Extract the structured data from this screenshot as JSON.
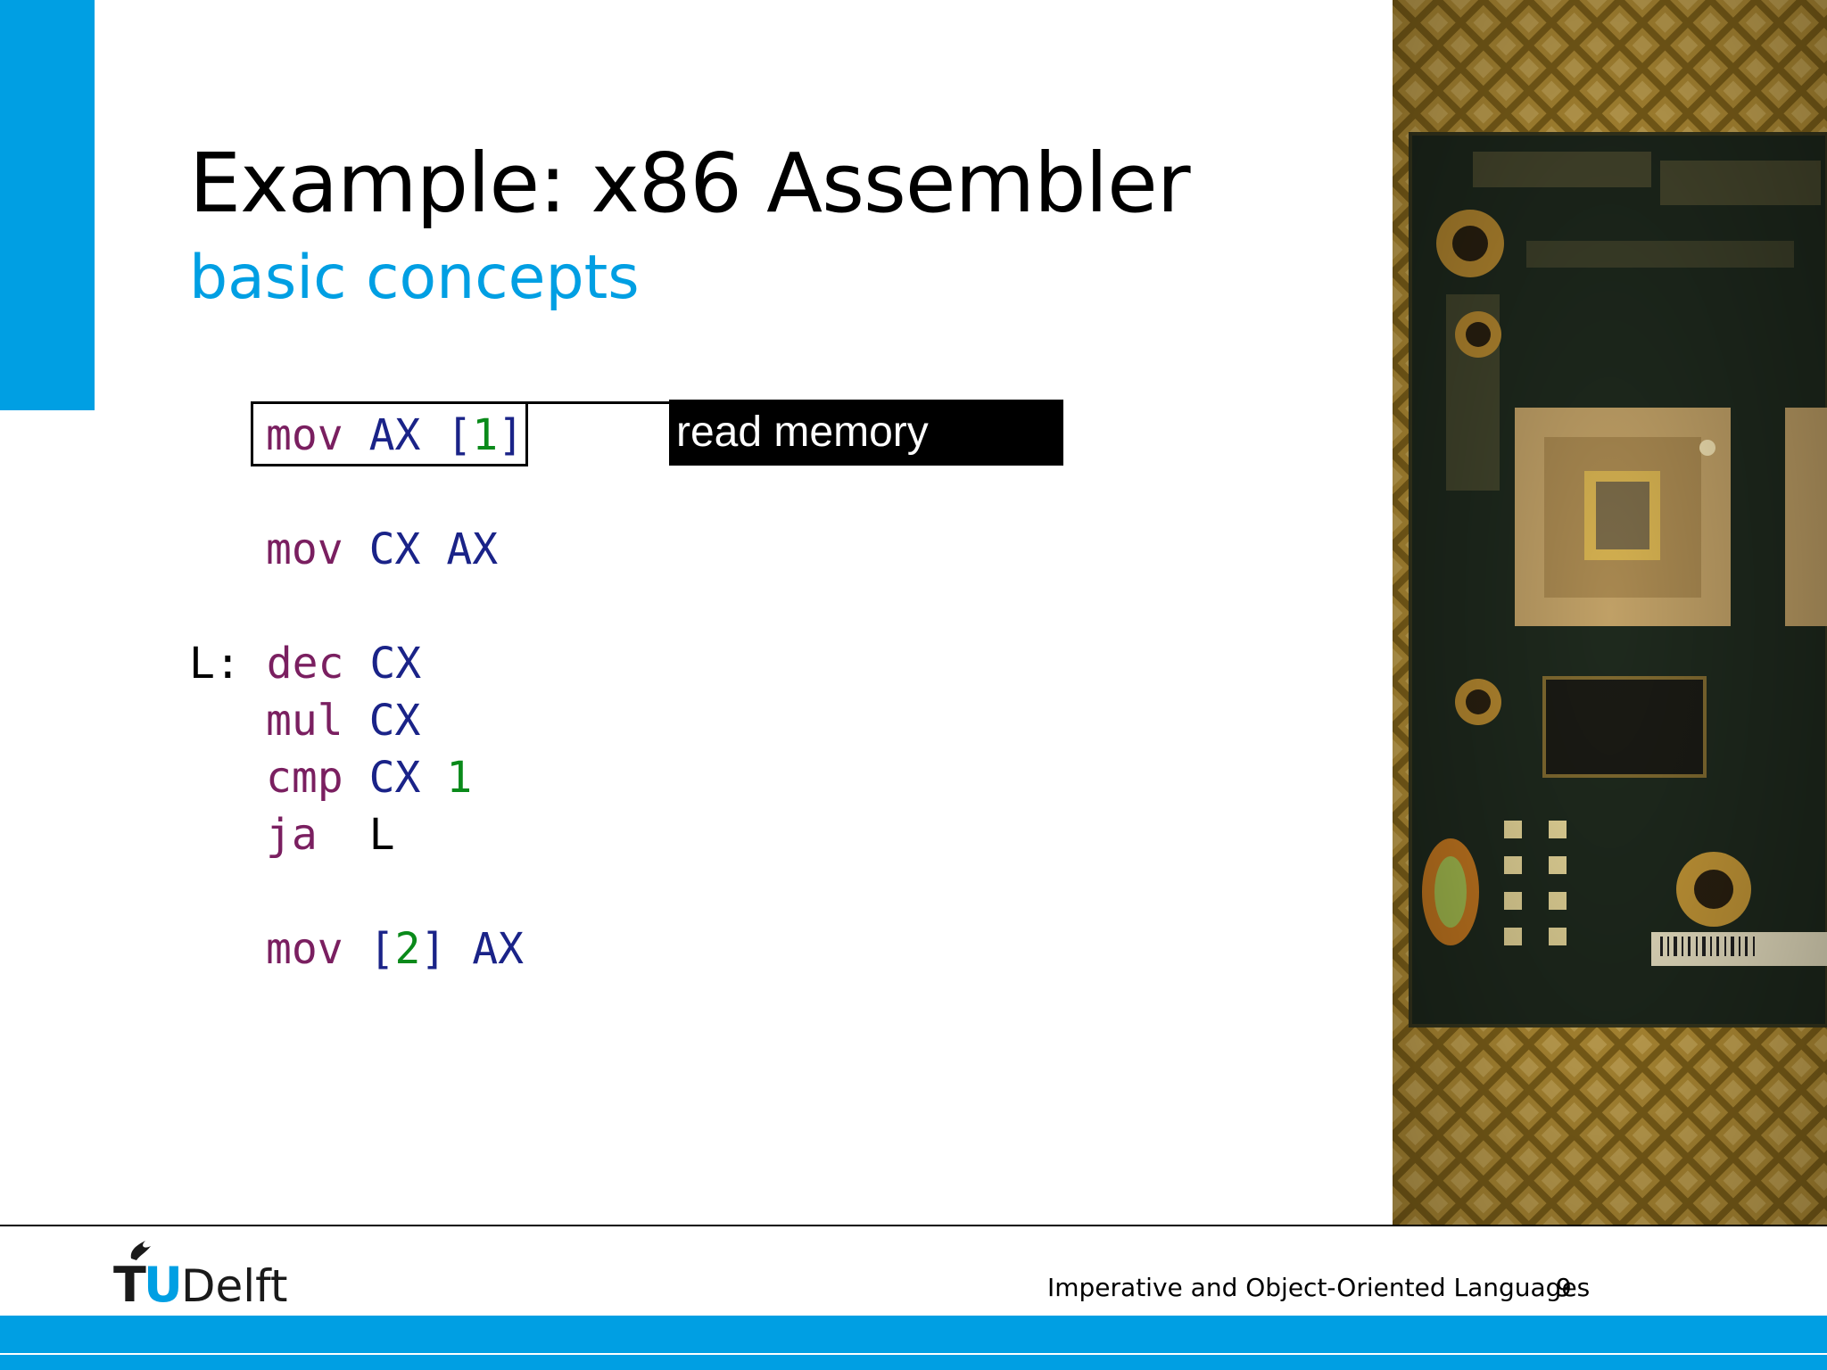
{
  "slide": {
    "title": "Example: x86 Assembler",
    "subtitle": "basic concepts",
    "callout": "read memory"
  },
  "code": {
    "line1": {
      "op": "mov",
      "a": "AX",
      "b_open": "[",
      "b_num": "1",
      "b_close": "]"
    },
    "line2": {
      "op": "mov",
      "a": "CX",
      "b": "AX"
    },
    "line3": {
      "label": "L:",
      "op": "dec",
      "a": "CX"
    },
    "line4": {
      "op": "mul",
      "a": "CX"
    },
    "line5": {
      "op": "cmp",
      "a": "CX",
      "b": "1"
    },
    "line6": {
      "op": "ja",
      "a": "L"
    },
    "line7": {
      "op": "mov",
      "a_open": "[",
      "a_num": "2",
      "a_close": "]",
      "b": "AX"
    }
  },
  "footer": {
    "logo_tu": "TU",
    "logo_delft": "Delft",
    "course": "Imperative and Object-Oriented Languages",
    "page": "9"
  },
  "colors": {
    "accent": "#009fe3",
    "keyword": "#7a1f60",
    "register": "#1a2388",
    "number": "#0a8a1a"
  },
  "images": {
    "photo": "circuit-board-photo"
  }
}
